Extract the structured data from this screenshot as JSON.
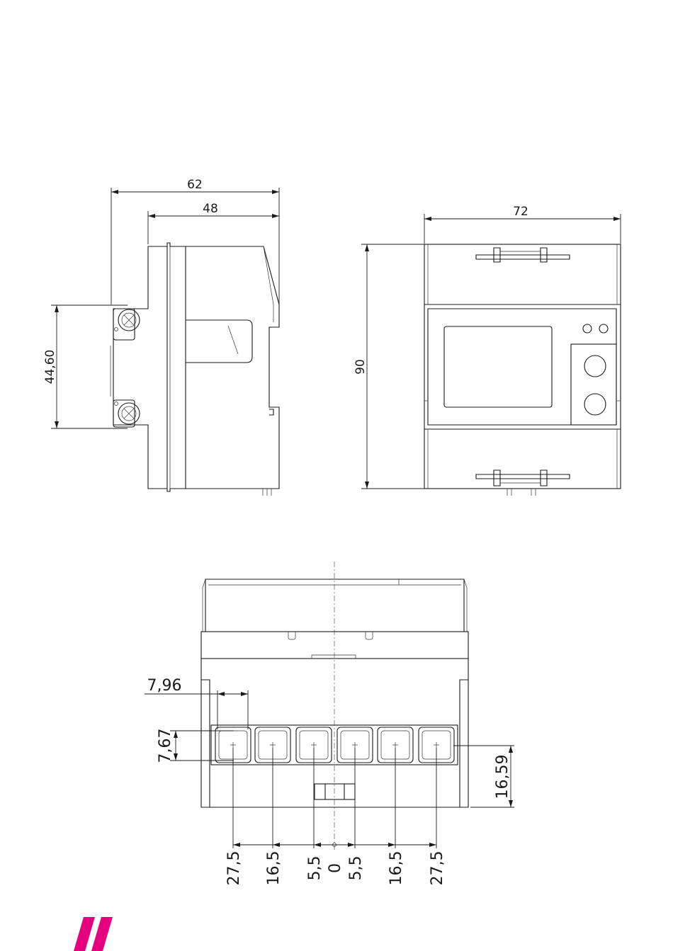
{
  "side_view": {
    "width_total": "62",
    "width_body": "48",
    "mount_spacing": "44,60"
  },
  "front_view": {
    "width": "72",
    "height": "90"
  },
  "bottom_view": {
    "terminal_pitch_w": "7,96",
    "terminal_h": "7,67",
    "terminal_offset": "16,59",
    "offsets": [
      "27,5",
      "16,5",
      "5,5",
      "0",
      "5,5",
      "16,5",
      "27,5"
    ]
  },
  "brand": {
    "mark_color": "#e6007e"
  }
}
